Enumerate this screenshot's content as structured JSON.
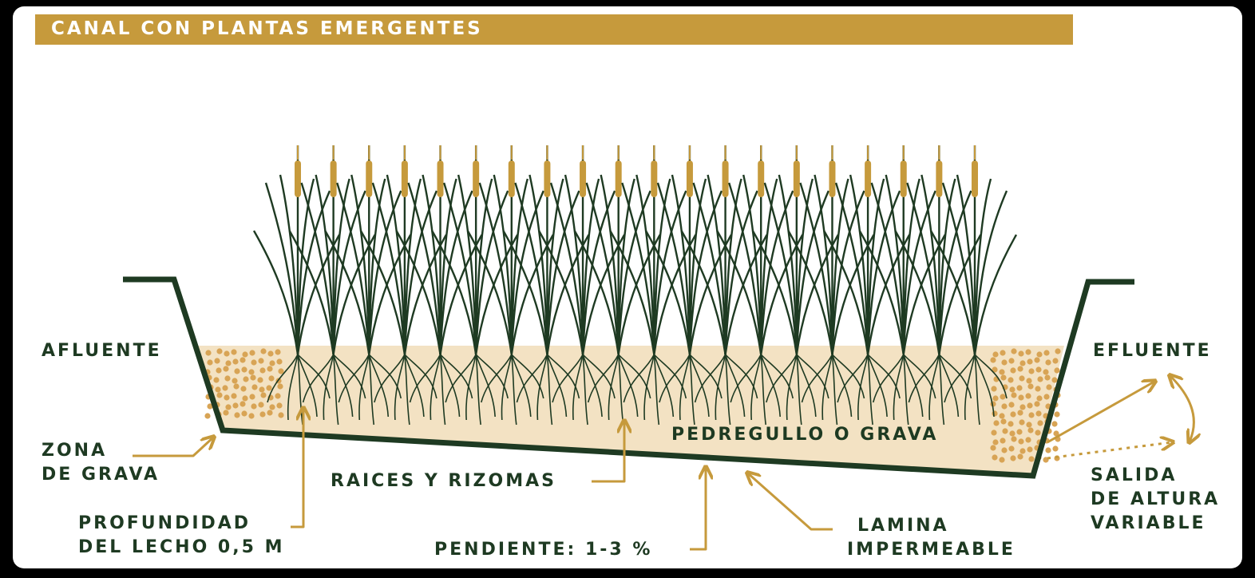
{
  "title": "CANAL CON PLANTAS EMERGENTES",
  "labels": {
    "afluente": "AFLUENTE",
    "efluente": "EFLUENTE",
    "zona_grava": [
      "ZONA",
      "DE GRAVA"
    ],
    "profundidad": [
      "PROFUNDIDAD",
      "DEL LECHO 0,5 M"
    ],
    "raices": "RAICES Y RIZOMAS",
    "pedregullo": "PEDREGULLO O GRAVA",
    "pendiente": "PENDIENTE: 1-3 %",
    "lamina": [
      "LAMINA",
      "IMPERMEABLE"
    ],
    "salida": [
      "SALIDA",
      "DE ALTURA",
      "VARIABLE"
    ]
  },
  "colors": {
    "gold": "#c69a3c",
    "dark_green": "#1e3a22",
    "gravel": "#f3e2c3",
    "gravel_dots": "#d8a455"
  },
  "plant_count": 20
}
